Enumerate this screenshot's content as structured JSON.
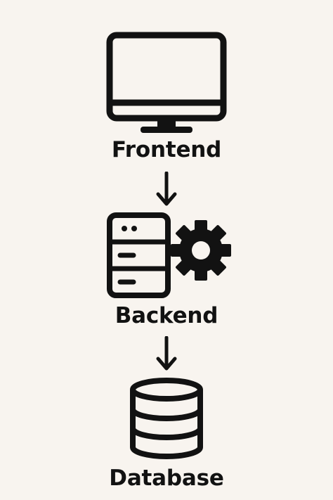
{
  "nodes": [
    {
      "label": "Frontend",
      "icon": "monitor-icon"
    },
    {
      "label": "Backend",
      "icon": "server-icon",
      "secondary_icon": "gear-icon"
    },
    {
      "label": "Database",
      "icon": "database-icon"
    }
  ],
  "colors": {
    "background": "#f8f4ef",
    "ink": "#121212"
  }
}
